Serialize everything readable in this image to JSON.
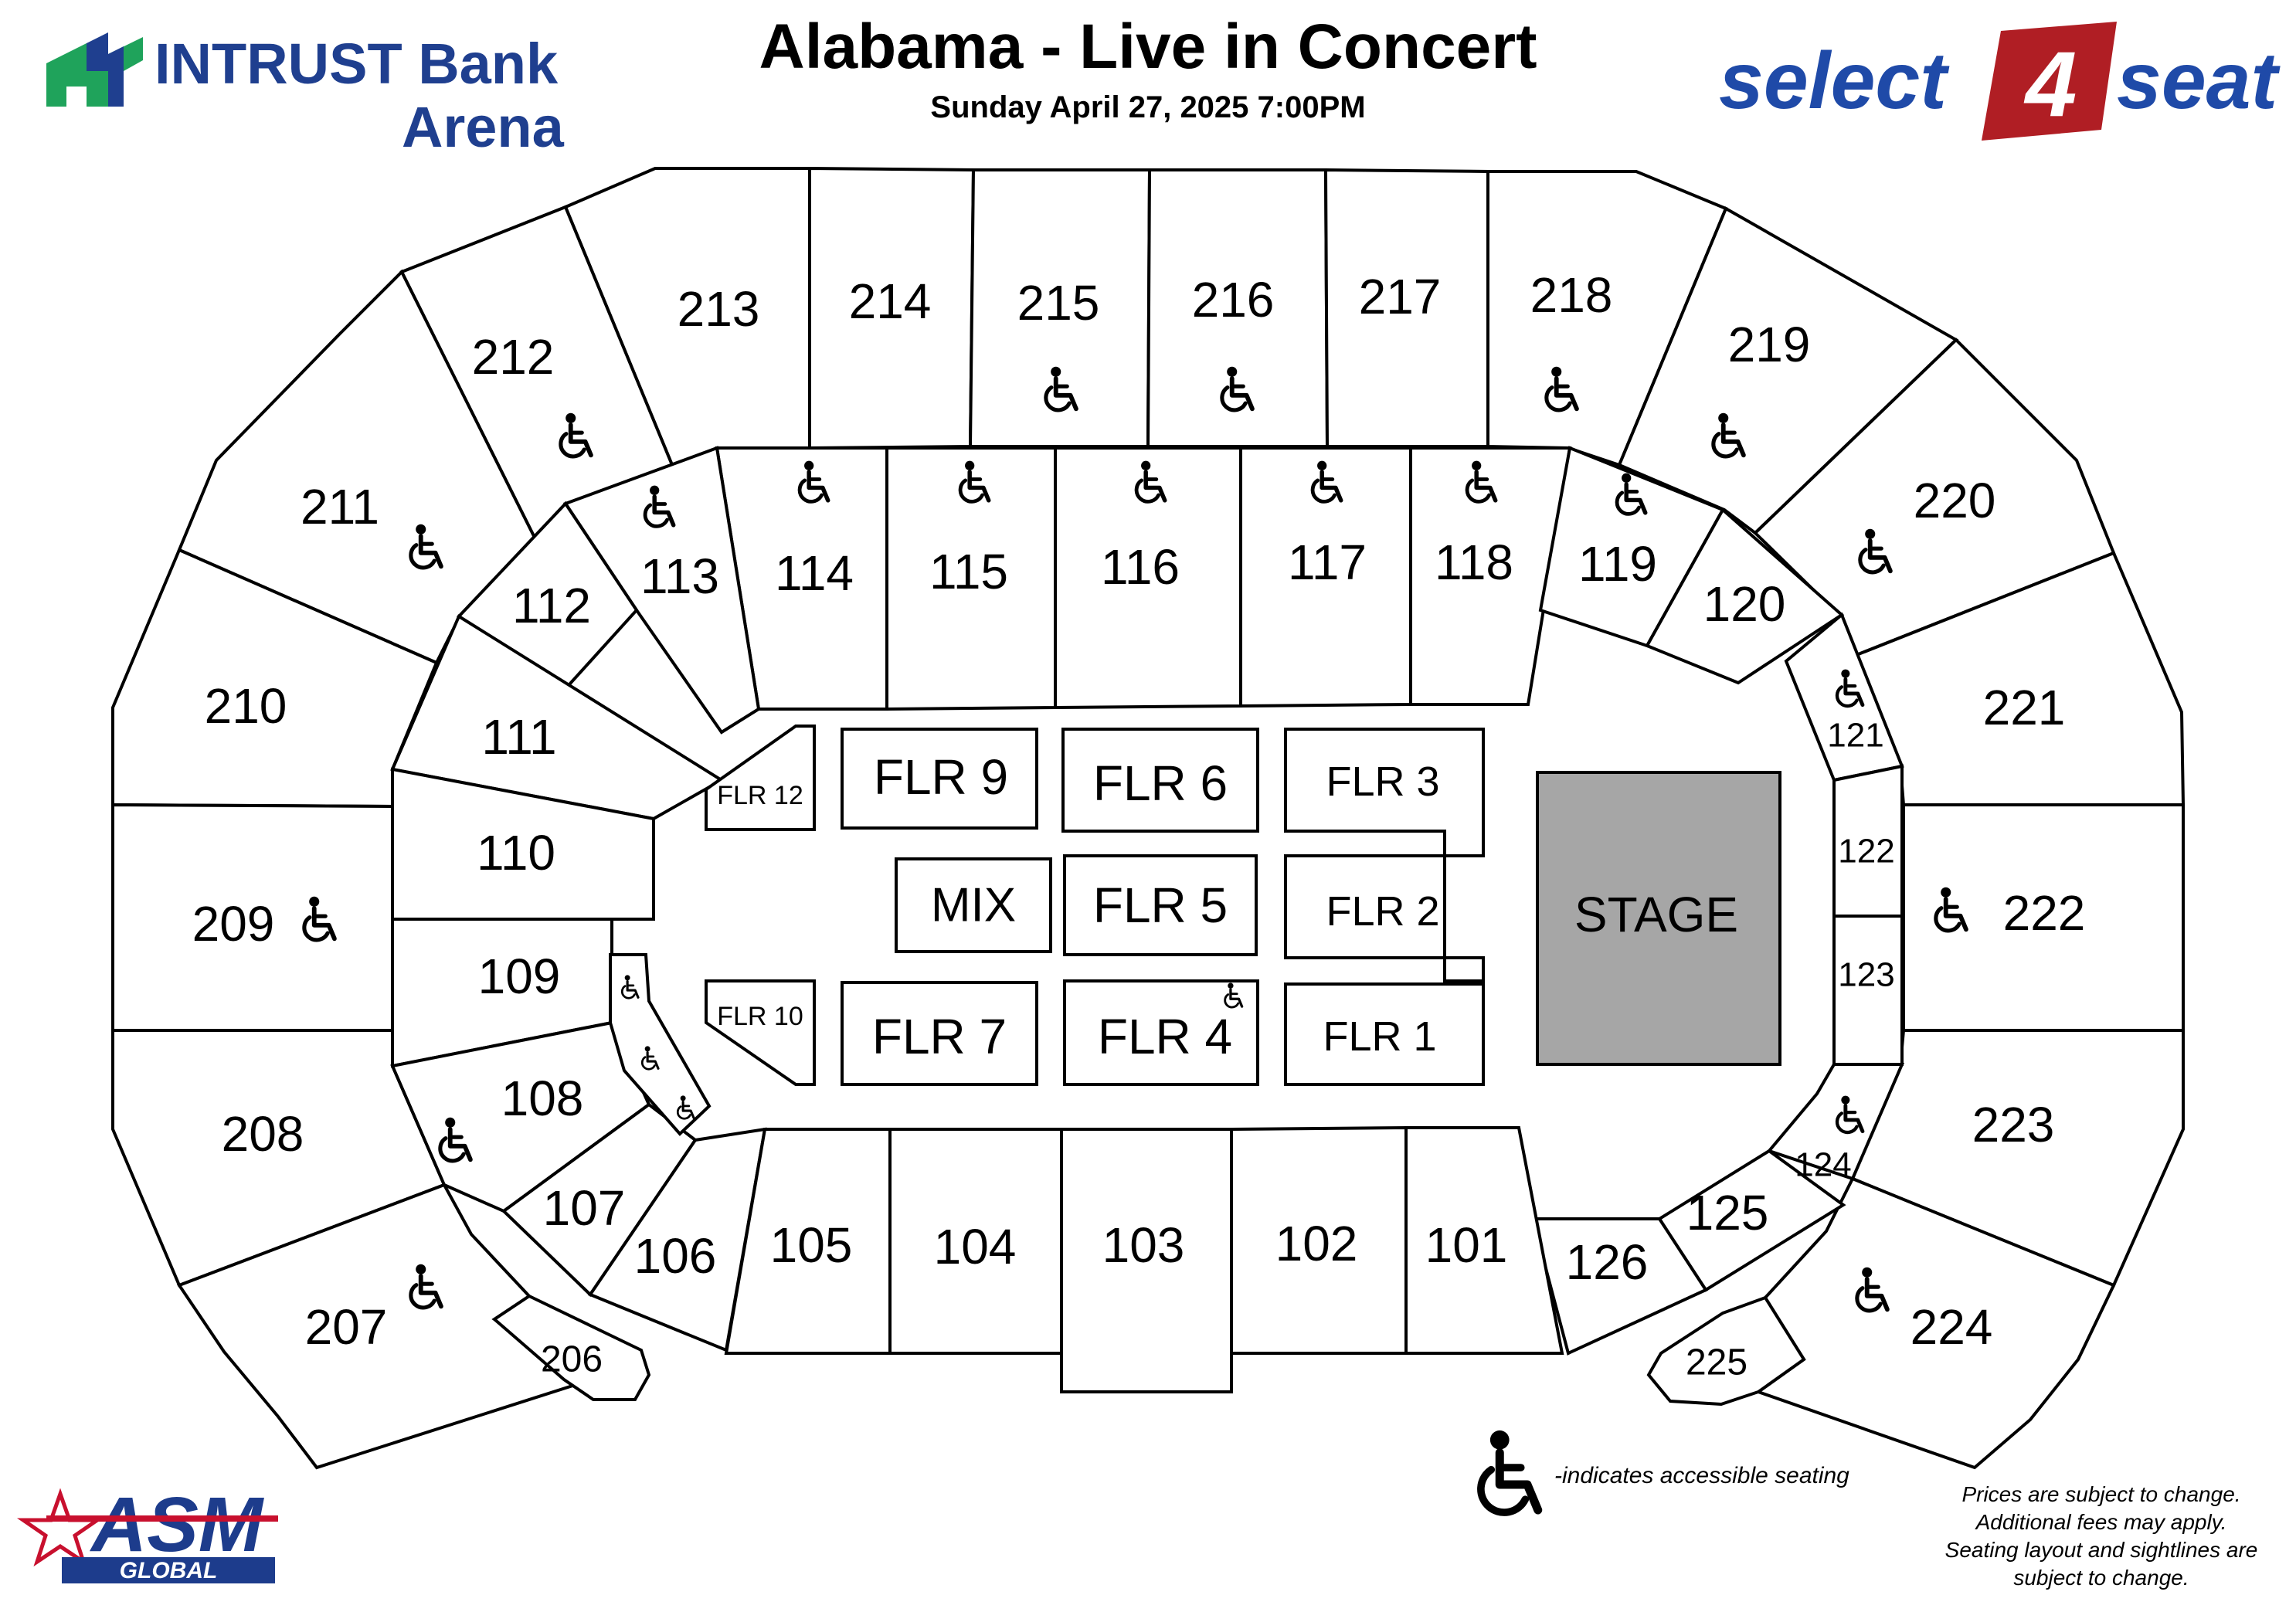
{
  "header": {
    "title": "Alabama - Live in Concert",
    "subtitle": "Sunday April 27, 2025 7:00PM"
  },
  "logos": {
    "venue_line1": "INTRUST Bank",
    "venue_line2": "Arena",
    "ticketing_left": "select",
    "ticketing_mark": "4",
    "ticketing_right": "seat",
    "operator_big": "ASM",
    "operator_small": "GLOBAL"
  },
  "colors": {
    "venue_blue": "#1f3f8f",
    "venue_green": "#1fa35b",
    "ticket_blue": "#1f4aa8",
    "ticket_red": "#b01e24",
    "asm_blue": "#1d3c8c",
    "stage_gray": "#a6a6a6"
  },
  "stage_label": "STAGE",
  "sections": {
    "s101": "101",
    "s102": "102",
    "s103": "103",
    "s104": "104",
    "s105": "105",
    "s106": "106",
    "s107": "107",
    "s108": "108",
    "s109": "109",
    "s110": "110",
    "s111": "111",
    "s112": "112",
    "s113": "113",
    "s114": "114",
    "s115": "115",
    "s116": "116",
    "s117": "117",
    "s118": "118",
    "s119": "119",
    "s120": "120",
    "s121": "121",
    "s122": "122",
    "s123": "123",
    "s124": "124",
    "s125": "125",
    "s126": "126",
    "s206": "206",
    "s207": "207",
    "s208": "208",
    "s209": "209",
    "s210": "210",
    "s211": "211",
    "s212": "212",
    "s213": "213",
    "s214": "214",
    "s215": "215",
    "s216": "216",
    "s217": "217",
    "s218": "218",
    "s219": "219",
    "s220": "220",
    "s221": "221",
    "s222": "222",
    "s223": "223",
    "s224": "224",
    "s225": "225"
  },
  "floor": {
    "flr1": "FLR 1",
    "flr2": "FLR 2",
    "flr3": "FLR 3",
    "flr4": "FLR 4",
    "flr5": "FLR 5",
    "flr6": "FLR 6",
    "flr7": "FLR 7",
    "flr9": "FLR 9",
    "flr10": "FLR 10",
    "flr12": "FLR 12",
    "mix": "MIX"
  },
  "legend": {
    "icon": "wheelchair-icon",
    "text": "-indicates accessible seating"
  },
  "disclaimer": [
    "Prices are subject to change.",
    "Additional fees may apply.",
    "Seating layout and sightlines are",
    "subject to change."
  ]
}
